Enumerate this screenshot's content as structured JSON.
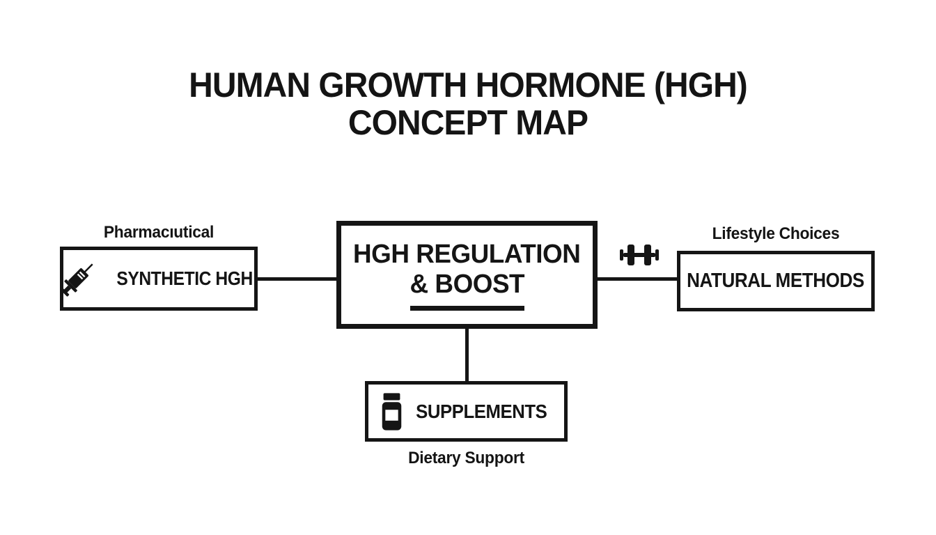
{
  "title": {
    "line1": "HUMAN GROWTH HORMONE (HGH)",
    "line2": "CONCEPT MAP"
  },
  "nodes": {
    "center": {
      "line1": "HGH REGULATION",
      "line2": "& BOOST"
    },
    "left": {
      "label": "SYNTHETIC HGH",
      "sublabel": "Pharmacıutical",
      "icon": "syringe-icon"
    },
    "right": {
      "label": "NATURAL METHODS",
      "sublabel": "Lifestyle Choices",
      "icon": "dumbbell-icon"
    },
    "bottom": {
      "label": "SUPPLEMENTS",
      "sublabel": "Dietary Support",
      "icon": "pill-bottle-icon"
    }
  },
  "colors": {
    "ink": "#151515",
    "background": "#ffffff"
  }
}
